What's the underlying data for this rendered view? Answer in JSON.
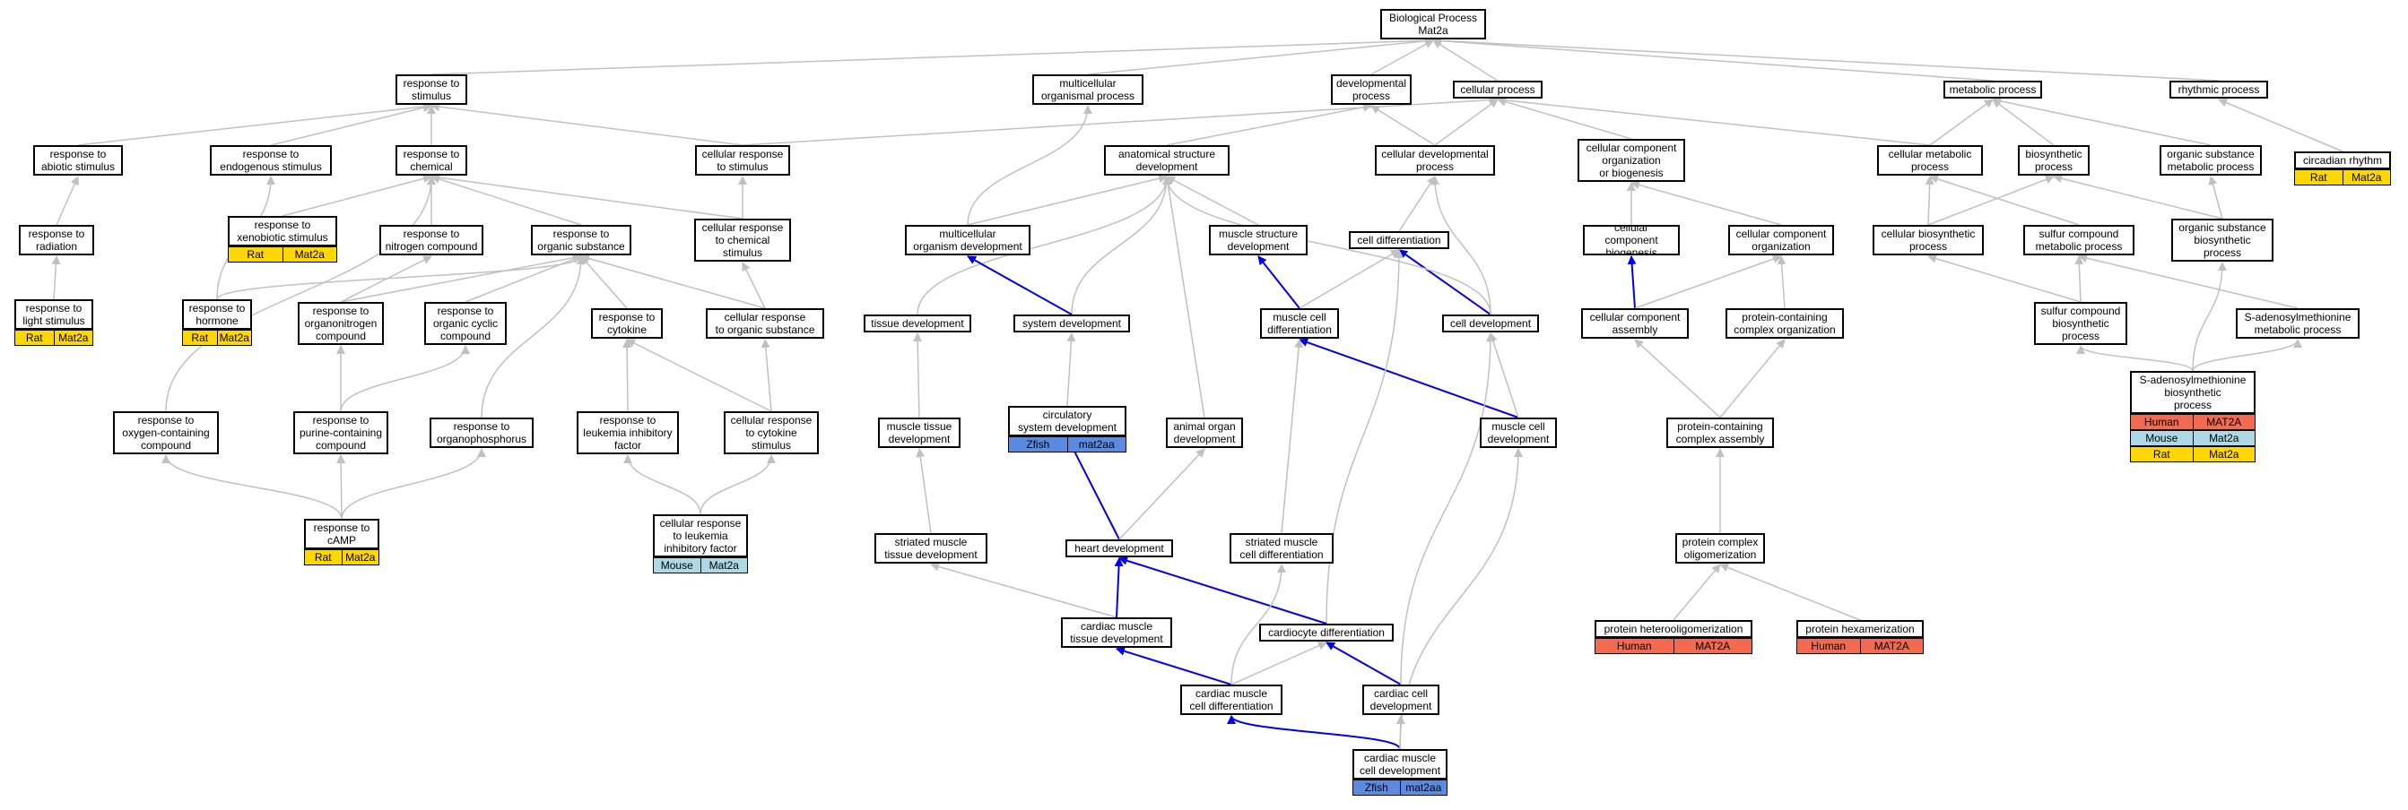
{
  "colors": {
    "edge_gray": "#c0c0c0",
    "edge_blue": "#0000ee",
    "human": "#f26a4f",
    "mouse": "#add8e6",
    "rat": "#ffd700",
    "zfish": "#5b8be0"
  },
  "nodes": {
    "bp": "Biological Process\nMat2a",
    "resp_stim": "response to\nstimulus",
    "multi_org": "multicellular\norganismal process",
    "dev_proc": "developmental\nprocess",
    "cell_proc": "cellular process",
    "met_proc": "metabolic process",
    "rhythmic": "rhythmic process",
    "resp_abiotic": "response to\nabiotic stimulus",
    "resp_endo": "response to\nendogenous stimulus",
    "resp_chem": "response to\nchemical",
    "cell_resp_stim": "cellular response\nto stimulus",
    "anat_dev": "anatomical structure\ndevelopment",
    "cell_dev_proc": "cellular developmental\nprocess",
    "ccomp_org_bio": "cellular component\norganization\nor biogenesis",
    "cell_met": "cellular metabolic\nprocess",
    "biosyn": "biosynthetic\nprocess",
    "org_sub_met": "organic substance\nmetabolic process",
    "circadian": "circadian rhythm",
    "resp_light": "response to\nlight stimulus",
    "resp_xeno": "response to\nxenobiotic stimulus",
    "resp_nitro": "response to\nnitrogen compound",
    "resp_orgsub": "response to\norganic substance",
    "cell_resp_chem": "cellular response\nto chemical\nstimulus",
    "multi_org_dev": "multicellular\norganism development",
    "muscle_struct": "muscle structure\ndevelopment",
    "cell_diff": "cell differentiation",
    "ccomp_bio": "cellular component\nbiogenesis",
    "ccomp_org": "cellular component\norganization",
    "cell_biosyn": "cellular biosynthetic\nprocess",
    "sulfur_met": "sulfur compound\nmetabolic process",
    "org_sub_bio": "organic substance\nbiosynthetic\nprocess",
    "resp_rad": "response to\nradiation",
    "resp_hormone": "response to\nhormone",
    "resp_orgnitro": "response to\norganonitrogen\ncompound",
    "resp_orgcyc": "response to\norganic cyclic\ncompound",
    "resp_cytokine": "response to\ncytokine",
    "cell_resp_orgsub": "cellular response\nto organic substance",
    "tissue_dev": "tissue development",
    "system_dev": "system development",
    "muscle_cell_diff": "muscle cell\ndifferentiation",
    "cell_dev": "cell development",
    "ccomp_assembly": "cellular component\nassembly",
    "prot_cplx_org": "protein-containing\ncomplex organization",
    "sulfur_bio": "sulfur compound\nbiosynthetic\nprocess",
    "sam_met": "S-adenosylmethionine\nmetabolic process",
    "resp_oxy": "response to\noxygen-containing\ncompound",
    "resp_purine": "response to\npurine-containing\ncompound",
    "resp_organophos": "response to\norganophosphorus",
    "resp_lif": "response to\nleukemia inhibitory\nfactor",
    "cell_resp_cyto": "cellular response\nto cytokine\nstimulus",
    "muscle_tissue_dev": "muscle tissue\ndevelopment",
    "circ_sys_dev": "circulatory\nsystem development",
    "animal_organ_dev": "animal organ\ndevelopment",
    "muscle_cell_dev": "muscle cell\ndevelopment",
    "prot_cplx_assembly": "protein-containing\ncomplex assembly",
    "sam_bio": "S-adenosylmethionine\nbiosynthetic\nprocess",
    "resp_camp": "response to\ncAMP",
    "cell_resp_lif": "cellular response\nto leukemia\ninhibitory factor",
    "striated_tissue_dev": "striated muscle\ntissue development",
    "heart_dev": "heart development",
    "striated_cell_diff": "striated muscle\ncell differentiation",
    "prot_oligo": "protein complex\noligomerization",
    "cardiac_tissue_dev": "cardiac muscle\ntissue development",
    "cardiocyte_diff": "cardiocyte differentiation",
    "prot_hetero": "protein heterooligomerization",
    "prot_hexa": "protein hexamerization",
    "cardiac_cell_diff": "cardiac muscle\ncell differentiation",
    "cardiac_cell_dev": "cardiac cell\ndevelopment",
    "cardiac_muscle_cell_dev": "cardiac muscle\ncell development"
  },
  "annotations": [
    {
      "node": "resp_light",
      "species": "Rat",
      "gene": "Mat2a",
      "color": "#ffd700"
    },
    {
      "node": "resp_xeno",
      "species": "Rat",
      "gene": "Mat2a",
      "color": "#ffd700"
    },
    {
      "node": "resp_hormone",
      "species": "Rat",
      "gene": "Mat2a",
      "color": "#ffd700"
    },
    {
      "node": "resp_camp",
      "species": "Rat",
      "gene": "Mat2a",
      "color": "#ffd700"
    },
    {
      "node": "cell_resp_lif",
      "species": "Mouse",
      "gene": "Mat2a",
      "color": "#add8e6"
    },
    {
      "node": "circ_sys_dev",
      "species": "Zfish",
      "gene": "mat2aa",
      "color": "#5b8be0"
    },
    {
      "node": "cardiac_muscle_cell_dev",
      "species": "Zfish",
      "gene": "mat2aa",
      "color": "#5b8be0"
    },
    {
      "node": "circadian",
      "species": "Rat",
      "gene": "Mat2a",
      "color": "#ffd700"
    },
    {
      "node": "sam_bio",
      "species": "Human",
      "gene": "MAT2A",
      "color": "#f26a4f"
    },
    {
      "node": "sam_bio",
      "species": "Mouse",
      "gene": "Mat2a",
      "color": "#add8e6"
    },
    {
      "node": "sam_bio",
      "species": "Rat",
      "gene": "Mat2a",
      "color": "#ffd700"
    },
    {
      "node": "prot_hetero",
      "species": "Human",
      "gene": "MAT2A",
      "color": "#f26a4f"
    },
    {
      "node": "prot_hexa",
      "species": "Human",
      "gene": "MAT2A",
      "color": "#f26a4f"
    }
  ],
  "edges": [
    [
      "resp_stim",
      "bp",
      0
    ],
    [
      "multi_org",
      "bp",
      0
    ],
    [
      "dev_proc",
      "bp",
      0
    ],
    [
      "cell_proc",
      "bp",
      0
    ],
    [
      "met_proc",
      "bp",
      0
    ],
    [
      "rhythmic",
      "bp",
      0
    ],
    [
      "resp_abiotic",
      "resp_stim",
      0
    ],
    [
      "resp_endo",
      "resp_stim",
      0
    ],
    [
      "resp_chem",
      "resp_stim",
      0
    ],
    [
      "cell_resp_stim",
      "resp_stim",
      0
    ],
    [
      "cell_resp_stim",
      "cell_proc",
      0
    ],
    [
      "anat_dev",
      "dev_proc",
      0
    ],
    [
      "cell_dev_proc",
      "dev_proc",
      0
    ],
    [
      "cell_dev_proc",
      "cell_proc",
      0
    ],
    [
      "ccomp_org_bio",
      "cell_proc",
      0
    ],
    [
      "cell_met",
      "cell_proc",
      0
    ],
    [
      "cell_met",
      "met_proc",
      0
    ],
    [
      "biosyn",
      "met_proc",
      0
    ],
    [
      "org_sub_met",
      "met_proc",
      0
    ],
    [
      "circadian",
      "rhythmic",
      0
    ],
    [
      "resp_light",
      "resp_rad",
      0
    ],
    [
      "resp_rad",
      "resp_abiotic",
      0
    ],
    [
      "resp_xeno",
      "resp_chem",
      0
    ],
    [
      "resp_nitro",
      "resp_chem",
      0
    ],
    [
      "resp_orgsub",
      "resp_chem",
      0
    ],
    [
      "cell_resp_chem",
      "resp_chem",
      0
    ],
    [
      "cell_resp_chem",
      "cell_resp_stim",
      0
    ],
    [
      "multi_org_dev",
      "anat_dev",
      0
    ],
    [
      "multi_org_dev",
      "multi_org",
      2
    ],
    [
      "muscle_struct",
      "anat_dev",
      0
    ],
    [
      "cell_diff",
      "cell_dev_proc",
      0
    ],
    [
      "ccomp_bio",
      "ccomp_org_bio",
      0
    ],
    [
      "ccomp_org",
      "ccomp_org_bio",
      0
    ],
    [
      "cell_biosyn",
      "cell_met",
      0
    ],
    [
      "cell_biosyn",
      "biosyn",
      0
    ],
    [
      "sulfur_met",
      "cell_met",
      0
    ],
    [
      "org_sub_bio",
      "biosyn",
      0
    ],
    [
      "org_sub_bio",
      "org_sub_met",
      0
    ],
    [
      "resp_hormone",
      "resp_endo",
      2
    ],
    [
      "resp_hormone",
      "resp_orgsub",
      2
    ],
    [
      "resp_orgnitro",
      "resp_orgsub",
      0
    ],
    [
      "resp_orgnitro",
      "resp_nitro",
      0
    ],
    [
      "resp_orgcyc",
      "resp_orgsub",
      0
    ],
    [
      "resp_cytokine",
      "resp_orgsub",
      0
    ],
    [
      "cell_resp_orgsub",
      "resp_orgsub",
      0
    ],
    [
      "cell_resp_orgsub",
      "cell_resp_chem",
      0
    ],
    [
      "tissue_dev",
      "anat_dev",
      2
    ],
    [
      "system_dev",
      "anat_dev",
      2
    ],
    [
      "system_dev",
      "multi_org_dev",
      1
    ],
    [
      "muscle_cell_diff",
      "muscle_struct",
      1
    ],
    [
      "muscle_cell_diff",
      "cell_diff",
      0
    ],
    [
      "cell_dev",
      "cell_diff",
      1
    ],
    [
      "cell_dev",
      "cell_dev_proc",
      2
    ],
    [
      "cell_dev",
      "anat_dev",
      2
    ],
    [
      "ccomp_assembly",
      "ccomp_bio",
      1
    ],
    [
      "ccomp_assembly",
      "ccomp_org",
      0
    ],
    [
      "prot_cplx_org",
      "ccomp_org",
      0
    ],
    [
      "sulfur_bio",
      "sulfur_met",
      0
    ],
    [
      "sulfur_bio",
      "cell_biosyn",
      0
    ],
    [
      "sam_met",
      "sulfur_met",
      0
    ],
    [
      "resp_oxy",
      "resp_chem",
      2
    ],
    [
      "resp_purine",
      "resp_orgnitro",
      0
    ],
    [
      "resp_purine",
      "resp_orgcyc",
      2
    ],
    [
      "resp_organophos",
      "resp_orgsub",
      2
    ],
    [
      "resp_lif",
      "resp_cytokine",
      0
    ],
    [
      "cell_resp_cyto",
      "resp_cytokine",
      0
    ],
    [
      "cell_resp_cyto",
      "cell_resp_orgsub",
      0
    ],
    [
      "muscle_tissue_dev",
      "tissue_dev",
      0
    ],
    [
      "circ_sys_dev",
      "system_dev",
      0
    ],
    [
      "animal_organ_dev",
      "anat_dev",
      0
    ],
    [
      "muscle_cell_dev",
      "muscle_cell_diff",
      1
    ],
    [
      "muscle_cell_dev",
      "cell_dev",
      0
    ],
    [
      "prot_cplx_assembly",
      "ccomp_assembly",
      0
    ],
    [
      "prot_cplx_assembly",
      "prot_cplx_org",
      0
    ],
    [
      "sam_bio",
      "sulfur_bio",
      2
    ],
    [
      "sam_bio",
      "sam_met",
      2
    ],
    [
      "sam_bio",
      "org_sub_bio",
      2
    ],
    [
      "resp_camp",
      "resp_oxy",
      2
    ],
    [
      "resp_camp",
      "resp_purine",
      0
    ],
    [
      "resp_camp",
      "resp_organophos",
      2
    ],
    [
      "cell_resp_lif",
      "resp_lif",
      2
    ],
    [
      "cell_resp_lif",
      "cell_resp_cyto",
      2
    ],
    [
      "striated_tissue_dev",
      "muscle_tissue_dev",
      0
    ],
    [
      "heart_dev",
      "circ_sys_dev",
      1
    ],
    [
      "heart_dev",
      "animal_organ_dev",
      0
    ],
    [
      "striated_cell_diff",
      "muscle_cell_diff",
      0
    ],
    [
      "prot_oligo",
      "prot_cplx_assembly",
      0
    ],
    [
      "cardiac_tissue_dev",
      "striated_tissue_dev",
      0
    ],
    [
      "cardiac_tissue_dev",
      "heart_dev",
      1
    ],
    [
      "cardiocyte_diff",
      "cell_diff",
      2
    ],
    [
      "cardiocyte_diff",
      "heart_dev",
      1
    ],
    [
      "prot_hetero",
      "prot_oligo",
      0
    ],
    [
      "prot_hexa",
      "prot_oligo",
      0
    ],
    [
      "cardiac_cell_diff",
      "cardiac_tissue_dev",
      1
    ],
    [
      "cardiac_cell_diff",
      "cardiocyte_diff",
      0
    ],
    [
      "cardiac_cell_diff",
      "striated_cell_diff",
      2
    ],
    [
      "cardiac_cell_dev",
      "cardiocyte_diff",
      1
    ],
    [
      "cardiac_cell_dev",
      "cell_dev",
      2
    ],
    [
      "cardiac_muscle_cell_dev",
      "cardiac_cell_diff",
      3
    ],
    [
      "cardiac_muscle_cell_dev",
      "cardiac_cell_dev",
      0
    ],
    [
      "cardiac_muscle_cell_dev",
      "muscle_cell_dev",
      2
    ]
  ]
}
